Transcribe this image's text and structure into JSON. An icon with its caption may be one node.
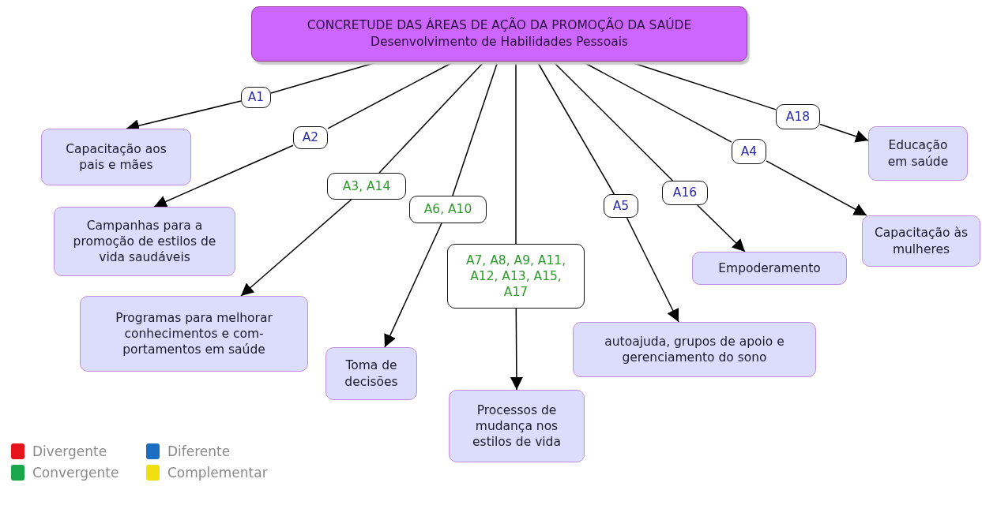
{
  "diagram": {
    "nodes": [
      {
        "text": [
          "CONCRETUDE DAS ÁREAS DE AÇÃO DA PROMOÇÃO DA SAÚDE",
          "Desenvolvimento de Habilidades Pessoais"
        ]
      },
      {
        "text": [
          "A1"
        ]
      },
      {
        "text": [
          "Capacitação aos pais e mães"
        ]
      },
      {
        "text": [
          "A2"
        ]
      },
      {
        "text": [
          "Campanhas para a promoção de estilos de vida saudáveis"
        ]
      },
      {
        "text": [
          "A3, A14"
        ]
      },
      {
        "text": [
          "Programas para melhorar conhecimentos e com- portamentos em saúde"
        ]
      },
      {
        "text": [
          "A6, A10"
        ]
      },
      {
        "text": [
          "Toma de decisões"
        ]
      },
      {
        "text": [
          "A7, A8, A9, A11, A12, A13, A15, A17"
        ]
      },
      {
        "text": [
          "Processos de mudança nos estilos de vida"
        ]
      },
      {
        "text": [
          "A5"
        ]
      },
      {
        "text": [
          "autoajuda, grupos de apoio e gerenciamento do sono"
        ]
      },
      {
        "text": [
          "A16"
        ]
      },
      {
        "text": [
          "Empoderamento"
        ]
      },
      {
        "text": [
          "A4"
        ]
      },
      {
        "text": [
          "Capacitação às mulheres"
        ]
      },
      {
        "text": [
          "A18"
        ]
      },
      {
        "text": [
          "Educação em saúde"
        ]
      }
    ],
    "edges": [
      {
        "from": 0,
        "to": 1,
        "arrow": "none"
      },
      {
        "from": 1,
        "to": 2,
        "arrow": "to"
      },
      {
        "from": 0,
        "to": 3,
        "arrow": "none"
      },
      {
        "from": 3,
        "to": 4,
        "arrow": "to"
      },
      {
        "from": 0,
        "to": 5,
        "arrow": "none"
      },
      {
        "from": 5,
        "to": 6,
        "arrow": "to"
      },
      {
        "from": 0,
        "to": 7,
        "arrow": "none"
      },
      {
        "from": 7,
        "to": 8,
        "arrow": "to"
      },
      {
        "from": 0,
        "to": 9,
        "arrow": "none"
      },
      {
        "from": 9,
        "to": 10,
        "arrow": "to"
      },
      {
        "from": 0,
        "to": 11,
        "arrow": "none"
      },
      {
        "from": 11,
        "to": 12,
        "arrow": "to"
      },
      {
        "from": 0,
        "to": 13,
        "arrow": "none"
      },
      {
        "from": 13,
        "to": 14,
        "arrow": "to"
      },
      {
        "from": 0,
        "to": 15,
        "arrow": "none"
      },
      {
        "from": 15,
        "to": 16,
        "arrow": "to"
      },
      {
        "from": 0,
        "to": 17,
        "arrow": "none"
      },
      {
        "from": 17,
        "to": 18,
        "arrow": "to"
      }
    ],
    "legend": [
      {
        "text": "Divergente",
        "color": "#e8141b"
      },
      {
        "text": "Diferente",
        "color": "#1a6fc0"
      },
      {
        "text": "Convergente",
        "color": "#1aa64a"
      },
      {
        "text": "Complementar",
        "color": "#f0e010"
      }
    ]
  }
}
